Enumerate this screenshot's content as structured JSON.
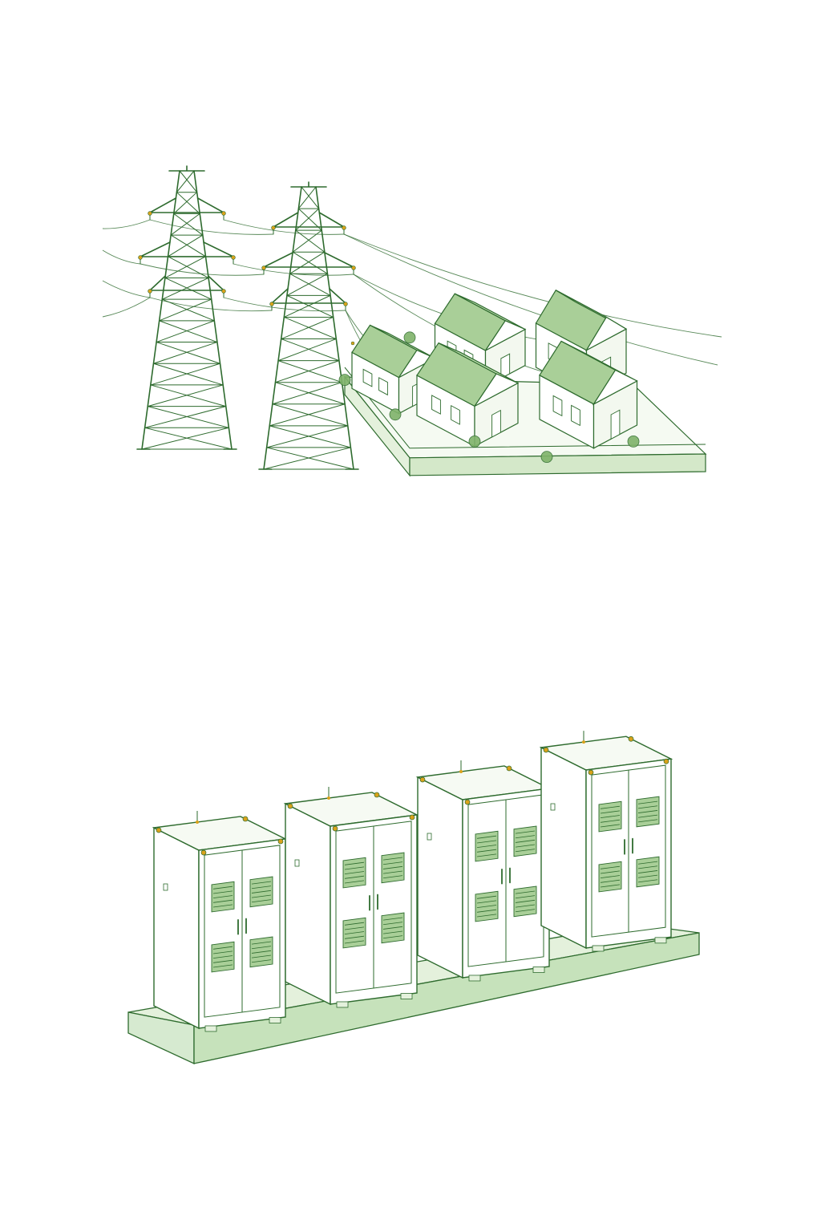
{
  "palette": {
    "background": "#ffffff",
    "line": "#2e6b2e",
    "roof": "#a9cf98",
    "fill_light": "#e4f1dc",
    "foliage": "#7fb36a",
    "accent": "#d9a21b"
  },
  "scene": {
    "towers": {
      "count": 2
    },
    "houses": {
      "count": 5
    },
    "cabinets": {
      "count": 4,
      "vent_panels_per_cabinet": 4
    }
  }
}
